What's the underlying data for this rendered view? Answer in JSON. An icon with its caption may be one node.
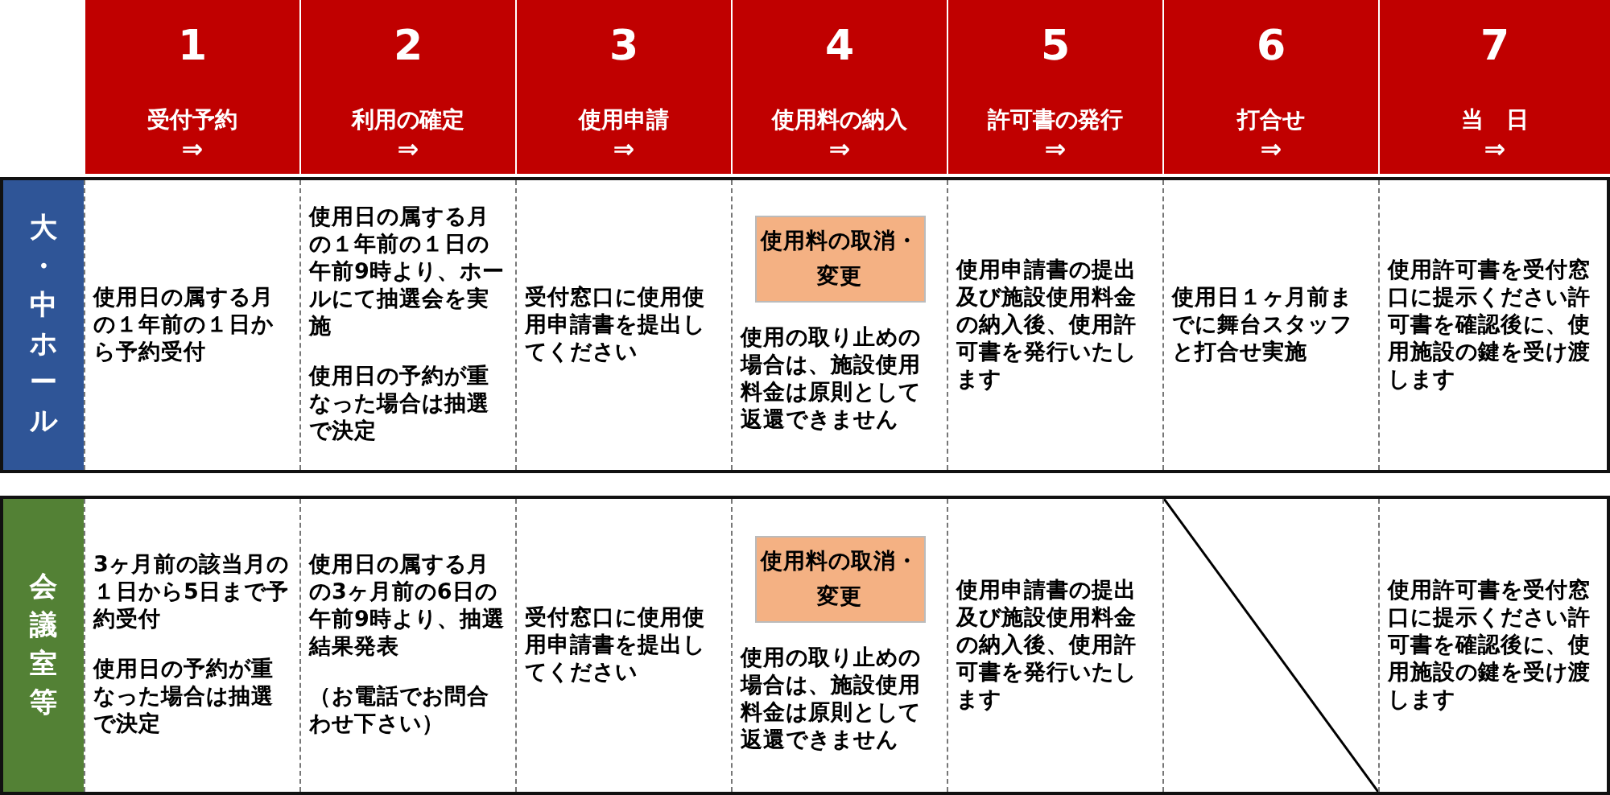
{
  "diagram": {
    "nodes": [
      {
        "text": [
          "使用料の取消・変更"
        ]
      },
      {
        "text": [
          "使用料の取消・変更"
        ]
      }
    ],
    "labels": [
      "1",
      "受付予約",
      "⇒",
      "2",
      "利用の確定",
      "⇒",
      "3",
      "使用申請",
      "⇒",
      "4",
      "使用料の納入",
      "⇒",
      "5",
      "許可書の発行",
      "⇒",
      "6",
      "打合せ",
      "⇒",
      "7",
      "当　日",
      "⇒",
      "大・中ホール",
      "使用日の属する月の１年前の１日から予約受付",
      "使用日の属する月の１年前の１日の午前9時より、ホールにて抽選会を実施",
      "使用日の予約が重なった場合は抽選で決定",
      "受付窓口に使用使用申請書を提出してください",
      "使用の取り止めの場合は、施設使用料金は原則として返還できません",
      "使用申請書の提出及び施設使用料金の納入後、使用許可書を発行いたします",
      "使用日１ヶ月前までに舞台スタッフと打合せ実施",
      "使用許可書を受付窓口に提示ください許可書を確認後に、使用施設の鍵を受け渡します",
      "会議室等",
      "3ヶ月前の該当月の１日から5日まで予約受付",
      "使用日の予約が重なった場合は抽選で決定",
      "使用日の属する月の3ヶ月前の6日の午前9時より、抽選結果発表",
      "（お電話でお問合わせ下さい）",
      "受付窓口に使用使用申請書を提出してください",
      "使用の取り止めの場合は、施設使用料金は原則として返還できません",
      "使用申請書の提出及び施設使用料金の納入後、使用許可書を発行いたします",
      "使用許可書を受付窓口に提示ください許可書を確認後に、使用施設の鍵を受け渡します"
    ]
  }
}
